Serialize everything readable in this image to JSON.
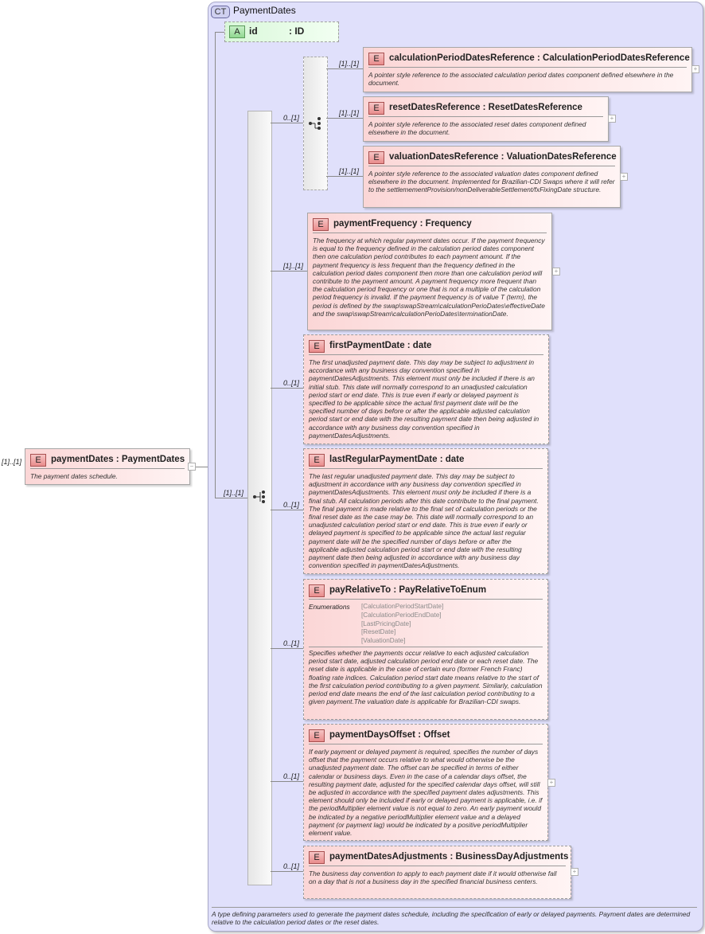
{
  "complex_type": {
    "badge": "CT",
    "title": "PaymentDates",
    "footer_description": "A type defining parameters used to generate the payment dates schedule, including the specification of early or delayed payments. Payment dates are determined relative to the calculation period dates or the reset dates."
  },
  "attribute": {
    "badge": "A",
    "name": "id",
    "type": ": ID"
  },
  "root_element": {
    "multiplicity": "[1]..[1]",
    "badge": "E",
    "name": "paymentDates : PaymentDates",
    "description": "The payment dates schedule.",
    "toggle": "−"
  },
  "sequence": {
    "multiplicity": "[1]..[1]"
  },
  "choice": {
    "multiplicity": "0..[1]"
  },
  "choice_elements": [
    {
      "multiplicity": "[1]..[1]",
      "badge": "E",
      "name": "calculationPeriodDatesReference : CalculationPeriodDatesReference",
      "description": "A pointer style reference to the associated calculation period dates component defined elsewhere in the document.",
      "toggle": "+"
    },
    {
      "multiplicity": "[1]..[1]",
      "badge": "E",
      "name": "resetDatesReference : ResetDatesReference",
      "description": "A pointer style reference to the associated reset dates component defined elsewhere in the document.",
      "toggle": "+"
    },
    {
      "multiplicity": "[1]..[1]",
      "badge": "E",
      "name": "valuationDatesReference : ValuationDatesReference",
      "description": "A pointer style reference to the associated valuation dates component defined elsewhere in the document. Implemented for Brazilian-CDI Swaps where it will refer to the settlemementProvision/nonDeliverableSettlement/fxFixingDate structure.",
      "toggle": "+"
    }
  ],
  "sequence_elements": [
    {
      "multiplicity": "[1]..[1]",
      "badge": "E",
      "name": "paymentFrequency : Frequency",
      "description": "The frequency at which regular payment dates occur. If the payment frequency is equal to the frequency defined in the calculation period dates component then one calculation period contributes to each payment amount. If the payment frequency is less frequent than the frequency defined in the calculation period dates component then more than one calculation period will contribute to the payment amount. A payment frequency more frequent than the calculation period frequency or one that is not a multiple of the calculation period frequency is invalid. If the payment frequency is of value T (term), the period is defined by the swap\\swapStream\\calculationPerioDates\\effectiveDate and the swap\\swapStream\\calculationPerioDates\\terminationDate.",
      "toggle": "+"
    },
    {
      "multiplicity": "0..[1]",
      "badge": "E",
      "name": "firstPaymentDate : date",
      "description": "The first unadjusted payment date. This day may be subject to adjustment in accordance with any business day convention specified in paymentDatesAdjustments. This element must only be included if there is an initial stub. This date will normally correspond to an unadjusted calculation period start or end date. This is true even if early or delayed payment is specified to be applicable since the actual first payment date will be the specified number of days before or after the applicable adjusted calculation period start or end date with the resulting payment date then being adjusted in accordance with any business day convention specified in paymentDatesAdjustments."
    },
    {
      "multiplicity": "0..[1]",
      "badge": "E",
      "name": "lastRegularPaymentDate : date",
      "description": "The last regular unadjusted payment date. This day may be subject to adjustment in accordance with any business day convention specified in paymentDatesAdjustments. This element must only be included if there is a final stub. All calculation periods after this date contribute to the final payment. The final payment is made relative to the final set of calculation periods or the final reset date as the case may be. This date will normally correspond to an unadjusted calculation period start or end date. This is true even if early or delayed payment is specified to be applicable since the actual last regular payment date will be the specified number of days before or after the applicable adjusted calculation period start or end date with the resulting payment date then being adjusted in accordance with any business day convention specified in paymentDatesAdjustments."
    },
    {
      "multiplicity": "0..[1]",
      "badge": "E",
      "name": "payRelativeTo : PayRelativeToEnum",
      "enum_label": "Enumerations",
      "enumerations": [
        "[CalculationPeriodStartDate]",
        "[CalculationPeriodEndDate]",
        "[LastPricingDate]",
        "[ResetDate]",
        "[ValuationDate]"
      ],
      "description": "Specifies whether the payments occur relative to each adjusted calculation period start date, adjusted calculation period end date or each reset date. The reset date is applicable in the case of certain euro (former French Franc) floating rate indices. Calculation period start date means relative to the start of the first calculation period contributing to a given payment. Similarly, calculation period end date means the end of the last calculation period contributing to a given payment.The valuation date is applicable for Brazilian-CDI swaps."
    },
    {
      "multiplicity": "0..[1]",
      "badge": "E",
      "name": "paymentDaysOffset : Offset",
      "description": "If early payment or delayed payment is required, specifies the number of days offset that the payment occurs relative to what would otherwise be the unadjusted payment date. The offset can be specified in terms of either calendar or business days. Even in the case of a calendar days offset, the resulting payment date, adjusted for the specified calendar days offset, will still be adjusted in accordance with the specified payment dates adjustments. This element should only be included if early or delayed payment is applicable, i.e. if the periodMultiplier element value is not equal to zero. An early payment would be indicated by a negative periodMultiplier element value and a delayed payment (or payment lag) would be indicated by a positive periodMultiplier element value.",
      "toggle": "+"
    },
    {
      "multiplicity": "0..[1]",
      "badge": "E",
      "name": "paymentDatesAdjustments : BusinessDayAdjustments",
      "description": "The business day convention to apply to each payment date if it would otherwise fall on a day that is not a business day in the specified financial business centers.",
      "toggle": "+"
    }
  ]
}
